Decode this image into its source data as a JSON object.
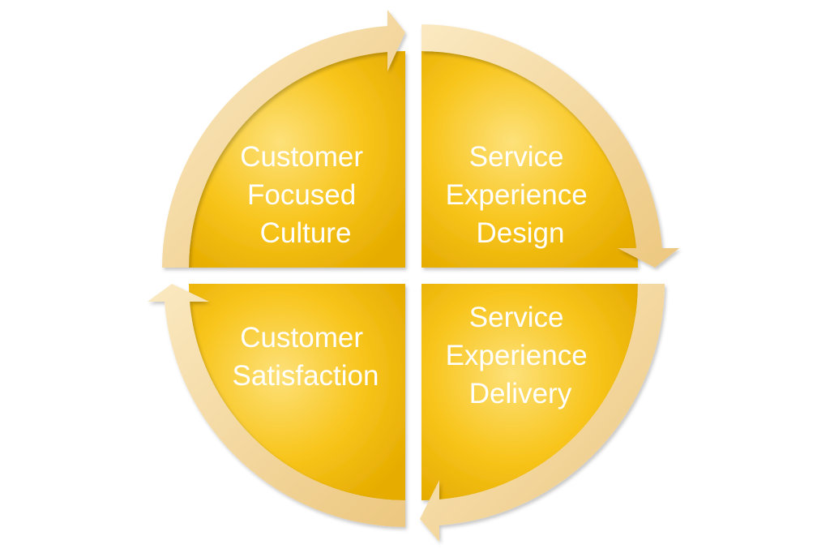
{
  "diagram": {
    "quadrants": [
      {
        "id": "top-left",
        "lines": [
          "Customer",
          "Focused",
          "Culture"
        ]
      },
      {
        "id": "top-right",
        "lines": [
          "Service",
          "Experience",
          "Design"
        ]
      },
      {
        "id": "bottom-right",
        "lines": [
          "Service",
          "Experience",
          "Delivery"
        ]
      },
      {
        "id": "bottom-left",
        "lines": [
          "Customer",
          "Satisfaction"
        ]
      }
    ],
    "colors": {
      "fill_light": "#fde17a",
      "fill_mid": "#f8c51c",
      "fill_dark": "#e6ac00",
      "arrow_light": "#fbe9c2",
      "arrow_dark": "#ecc77f",
      "text": "#ffffff"
    }
  }
}
